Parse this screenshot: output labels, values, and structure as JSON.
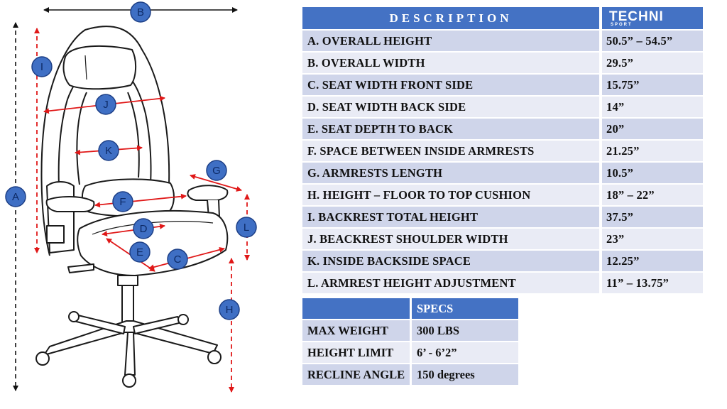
{
  "diagram": {
    "labels": [
      "A",
      "B",
      "C",
      "D",
      "E",
      "F",
      "G",
      "H",
      "I",
      "J",
      "K",
      "L"
    ]
  },
  "description_table": {
    "header": "DESCRIPTION",
    "logo": {
      "brand": "TECHNI",
      "sub": "SPORT"
    },
    "rows": [
      {
        "description": "A. OVERALL HEIGHT",
        "value": "50.5” – 54.5”"
      },
      {
        "description": "B. OVERALL WIDTH",
        "value": "29.5”"
      },
      {
        "description": "C. SEAT WIDTH FRONT SIDE",
        "value": "15.75”"
      },
      {
        "description": "D. SEAT WIDTH BACK SIDE",
        "value": "14”"
      },
      {
        "description": "E. SEAT DEPTH TO BACK",
        "value": "20”"
      },
      {
        "description": "F. SPACE BETWEEN INSIDE ARMRESTS",
        "value": "21.25”"
      },
      {
        "description": "G. ARMRESTS LENGTH",
        "value": "10.5”"
      },
      {
        "description": "H. HEIGHT – FLOOR TO TOP CUSHION",
        "value": "18” – 22”"
      },
      {
        "description": "I. BACKREST TOTAL HEIGHT",
        "value": "37.5”"
      },
      {
        "description": "J. BEACKREST SHOULDER WIDTH",
        "value": "23”"
      },
      {
        "description": "K. INSIDE BACKSIDE SPACE",
        "value": "12.25”"
      },
      {
        "description": "L. ARMREST HEIGHT ADJUSTMENT",
        "value": "11” – 13.75”"
      }
    ]
  },
  "specs_table": {
    "header": "SPECS",
    "rows": [
      {
        "label": "MAX WEIGHT",
        "value": "300 LBS"
      },
      {
        "label": "HEIGHT LIMIT",
        "value": "6’ - 6’2”"
      },
      {
        "label": "RECLINE ANGLE",
        "value": "150 degrees"
      }
    ]
  },
  "colors": {
    "header_blue": "#4472c4",
    "row_dark": "#cfd5ea",
    "row_light": "#e9ebf5",
    "dimension_red": "#e01818",
    "badge_blue": "#3f6fc4"
  }
}
